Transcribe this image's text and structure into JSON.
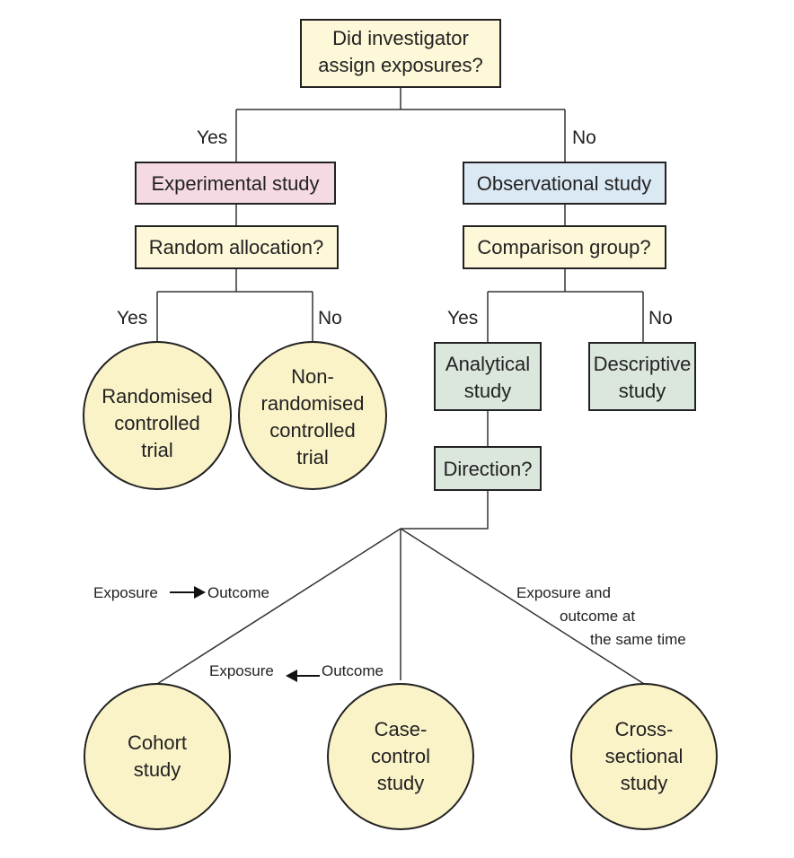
{
  "colors": {
    "question": "#fdf8d8",
    "experimental": "#f5d9e3",
    "observational": "#dbe9f5",
    "analytical": "#dbe7dc",
    "circle": "#fbf3c8",
    "border": "#222222"
  },
  "nodes": {
    "root": [
      "Did investigator",
      "assign exposures?"
    ],
    "experimental": [
      "Experimental study"
    ],
    "observational": [
      "Observational study"
    ],
    "random_allocation": [
      "Random allocation?"
    ],
    "comparison_group": [
      "Comparison group?"
    ],
    "rct": [
      "Randomised",
      "controlled",
      "trial"
    ],
    "non_rct": [
      "Non-",
      "randomised",
      "controlled",
      "trial"
    ],
    "analytical": [
      "Analytical",
      "study"
    ],
    "descriptive": [
      "Descriptive",
      "study"
    ],
    "direction": [
      "Direction?"
    ],
    "cohort": [
      "Cohort",
      "study"
    ],
    "case_control": [
      "Case-",
      "control",
      "study"
    ],
    "cross_sectional": [
      "Cross-",
      "sectional",
      "study"
    ]
  },
  "edges": {
    "root_yes": "Yes",
    "root_no": "No",
    "random_yes": "Yes",
    "random_no": "No",
    "comparison_yes": "Yes",
    "comparison_no": "No",
    "cohort_left": "Exposure",
    "cohort_right": "Outcome",
    "case_left": "Exposure",
    "case_right": "Outcome",
    "cross": [
      "Exposure and",
      "outcome at",
      "the same time"
    ]
  }
}
